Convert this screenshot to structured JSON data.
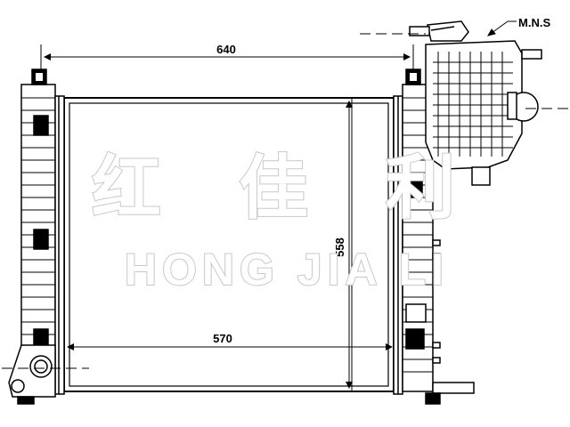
{
  "drawing": {
    "dim_top_width": "640",
    "dim_core_width": "570",
    "dim_core_height": "558",
    "tank_note": "M.N.S"
  },
  "watermark": {
    "chinese": "红 佳 利",
    "english": "HONG JIA LI"
  }
}
